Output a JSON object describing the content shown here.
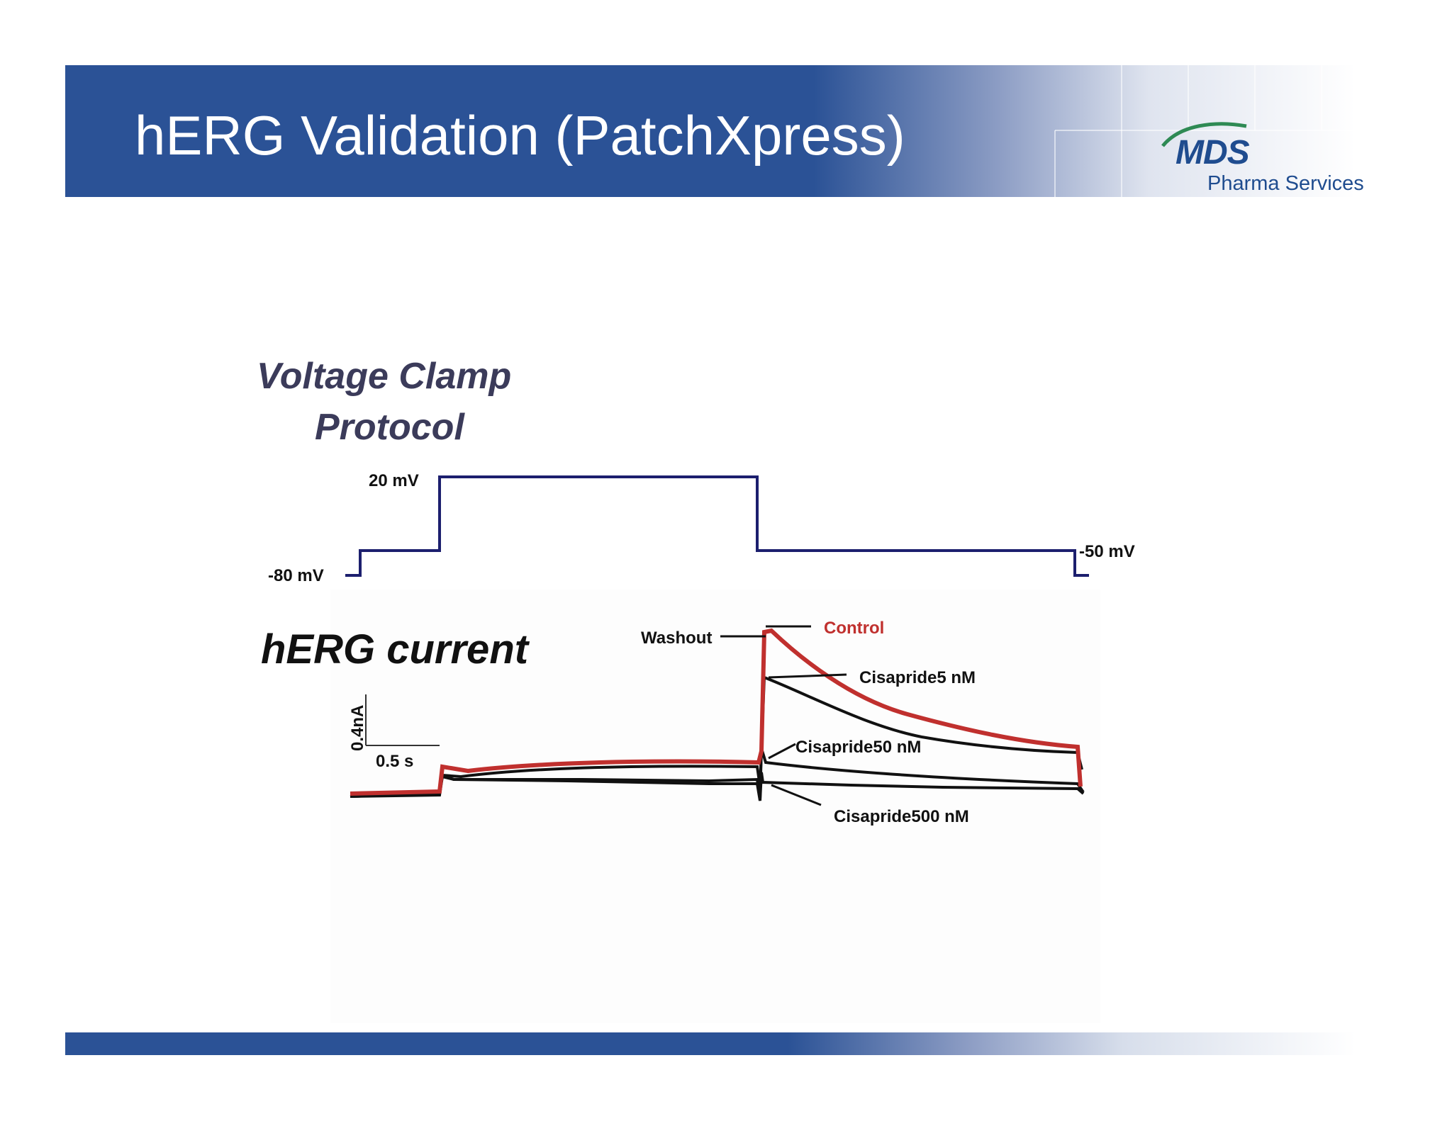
{
  "slide": {
    "title": "hERG Validation (PatchXpress)",
    "logo": {
      "brand": "MDS",
      "tagline": "Pharma Services"
    },
    "colors": {
      "header_blue": "#2b5296",
      "logo_blue": "#1f4c8f",
      "control_red": "#c0302e",
      "protocol_navy": "#1c1f6e"
    }
  },
  "figure": {
    "protocol_heading_line1": "Voltage Clamp",
    "protocol_heading_line2": "Protocol",
    "protocol_labels": {
      "high": "20 mV",
      "hold": "-80 mV",
      "tail": "-50 mV"
    },
    "current_heading": "hERG current",
    "scale_bar": {
      "vertical": "0.4nA",
      "horizontal": "0.5 s"
    },
    "trace_labels": {
      "washout": "Washout",
      "control": "Control",
      "c5": "Cisapride5 nM",
      "c50": "Cisapride50 nM",
      "c500": "Cisapride500 nM"
    }
  }
}
